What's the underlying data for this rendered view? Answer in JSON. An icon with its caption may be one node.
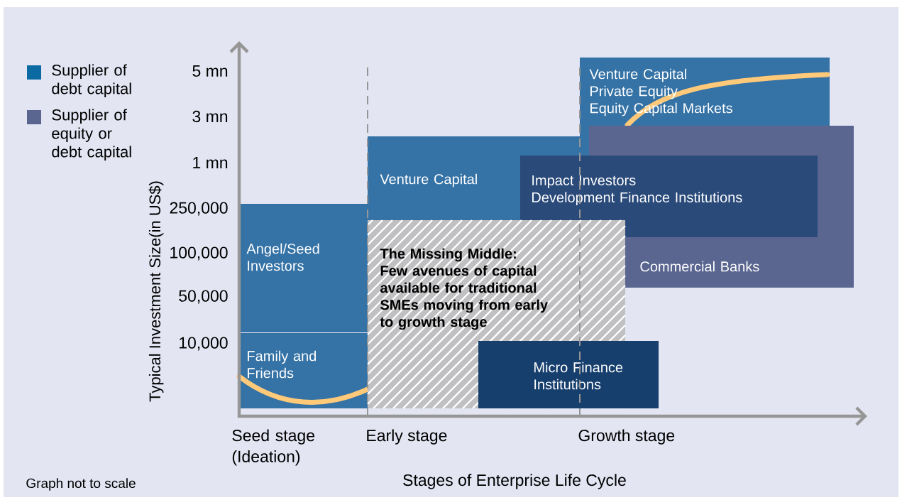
{
  "diagram": {
    "nodes": [
      {
        "text": [
          "Venture Capital",
          "Private Equity",
          "Equity Capital Markets"
        ]
      },
      {
        "text": [
          "Venture Capital"
        ]
      },
      {
        "text": [
          "Impact Investors",
          "Development Finance Institutions"
        ]
      },
      {
        "text": [
          "Commercial Banks"
        ]
      },
      {
        "text": [
          "Angel/Seed Investors"
        ]
      },
      {
        "text": [
          "The Missing Middle:",
          "Few avenues of capital available for traditional SMEs moving from early to growth stage"
        ]
      },
      {
        "text": [
          "Family and Friends"
        ]
      },
      {
        "text": [
          "Micro Finance Institutions"
        ]
      }
    ],
    "labels": [
      "5 mn",
      "3 mn",
      "1 mn",
      "250,000",
      "100,000",
      "50,000",
      "10,000",
      "Typical Investment Size(in US$)",
      "Seed stage (Ideation)",
      "Early stage",
      "Growth stage",
      "Stages of Enterprise Life Cycle",
      "Graph not to scale"
    ],
    "legend": [
      {
        "text": "Supplier of debt capital",
        "color": "#0a6aa1"
      },
      {
        "text": "Supplier of equity or debt capital",
        "color": "#5a6690"
      }
    ]
  }
}
